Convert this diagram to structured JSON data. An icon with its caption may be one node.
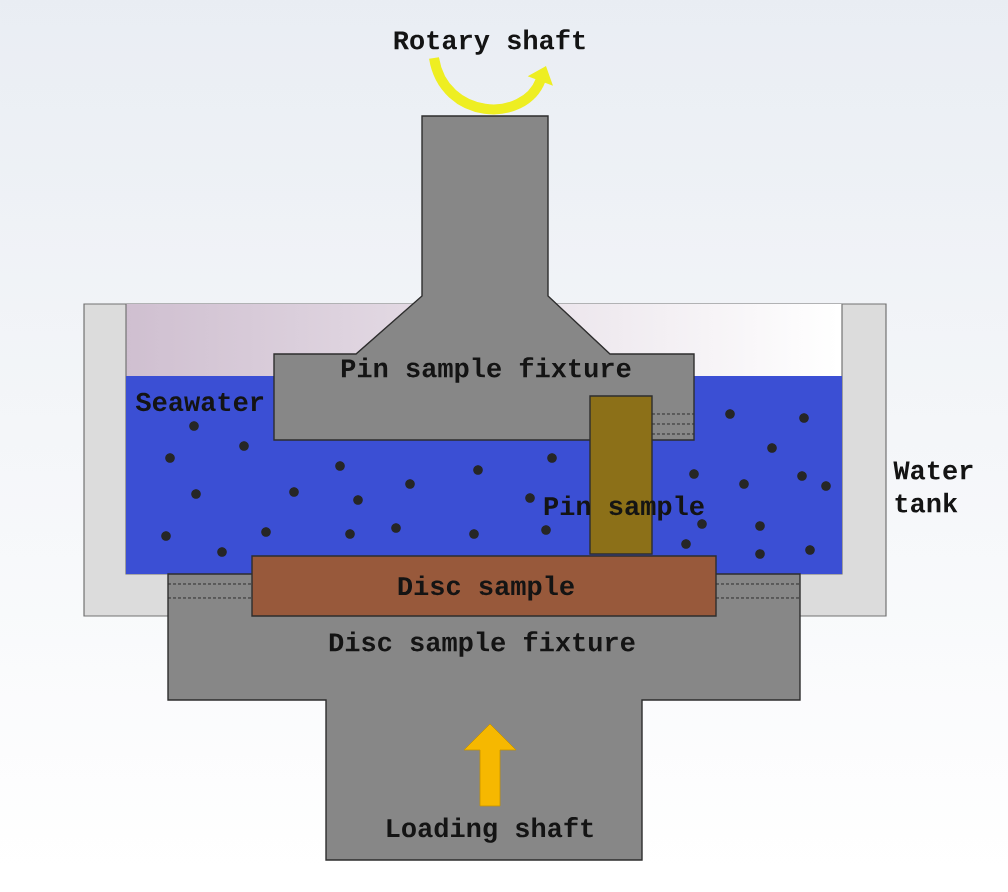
{
  "diagram": {
    "labels": [
      "Rotary shaft",
      "Pin sample fixture",
      "Seawater",
      "Water tank",
      "Pin sample",
      "Disc sample",
      "Disc sample fixture",
      "Loading shaft"
    ]
  }
}
